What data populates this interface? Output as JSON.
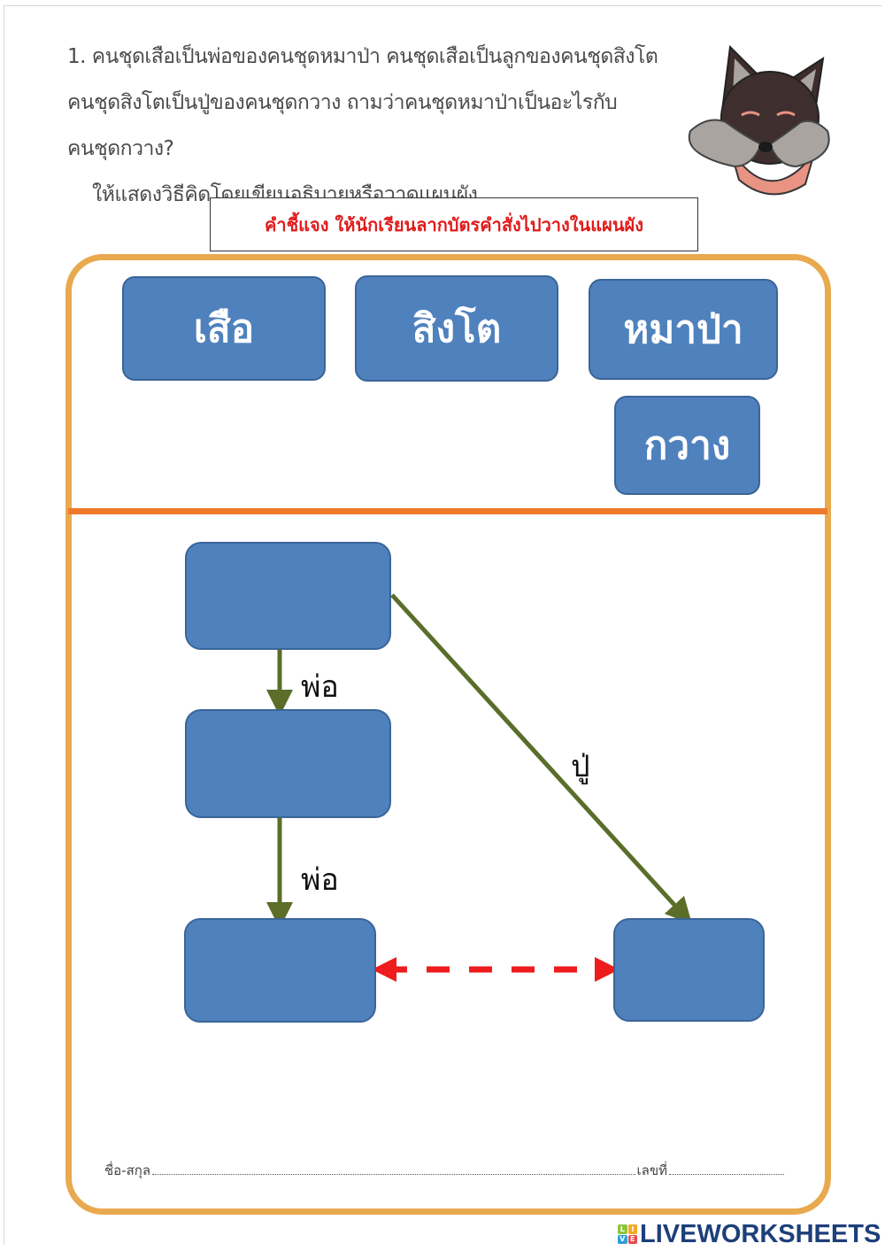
{
  "question": {
    "lines": [
      "1. คนชุดเสือเป็นพ่อของคนชุดหมาป่า คนชุดเสือเป็นลูกของคนชุดสิงโต",
      "คนชุดสิงโตเป็นปู่ของคนชุดกวาง ถามว่าคนชุดหมาป่าเป็นอะไรกับ",
      "คนชุดกวาง?",
      "ให้แสดงวิธีคิดโดยเขียนอธิบายหรือวาดแผนผัง"
    ]
  },
  "illustration": {
    "icon": "wolf-mask-icon"
  },
  "instruction": {
    "text": "คำชี้แจง  ให้นักเรียนลากบัตรคำสั่งไปวางในแผนผัง",
    "color": "#e01b1b"
  },
  "cards": [
    {
      "id": "tiger",
      "label": "เสือ"
    },
    {
      "id": "lion",
      "label": "สิงโต"
    },
    {
      "id": "wolf",
      "label": "หมาป่า"
    },
    {
      "id": "deer",
      "label": "กวาง"
    }
  ],
  "diagram": {
    "slots": [
      "top-left",
      "middle-left",
      "bottom-left",
      "bottom-right"
    ],
    "relations": [
      {
        "from": "top-left",
        "to": "middle-left",
        "label": "พ่อ"
      },
      {
        "from": "middle-left",
        "to": "bottom-left",
        "label": "พ่อ"
      },
      {
        "from": "top-left",
        "to": "bottom-right",
        "label": "ปู่"
      },
      {
        "from": "bottom-left",
        "to": "bottom-right",
        "label": "",
        "style": "dashed-double"
      }
    ],
    "colors": {
      "card_fill": "#4f81bd",
      "arrow": "#5a6e2a",
      "dashed_arrow": "#ee1c1c",
      "frame": "#e9a94f",
      "divider": "#ee7a2b"
    }
  },
  "footer": {
    "name_label": "ชื่อ-สกุล",
    "number_label": "เลขที่"
  },
  "brand": {
    "logo_letters": [
      "L",
      "I",
      "V",
      "E"
    ],
    "name": "LIVEWORKSHEETS"
  }
}
